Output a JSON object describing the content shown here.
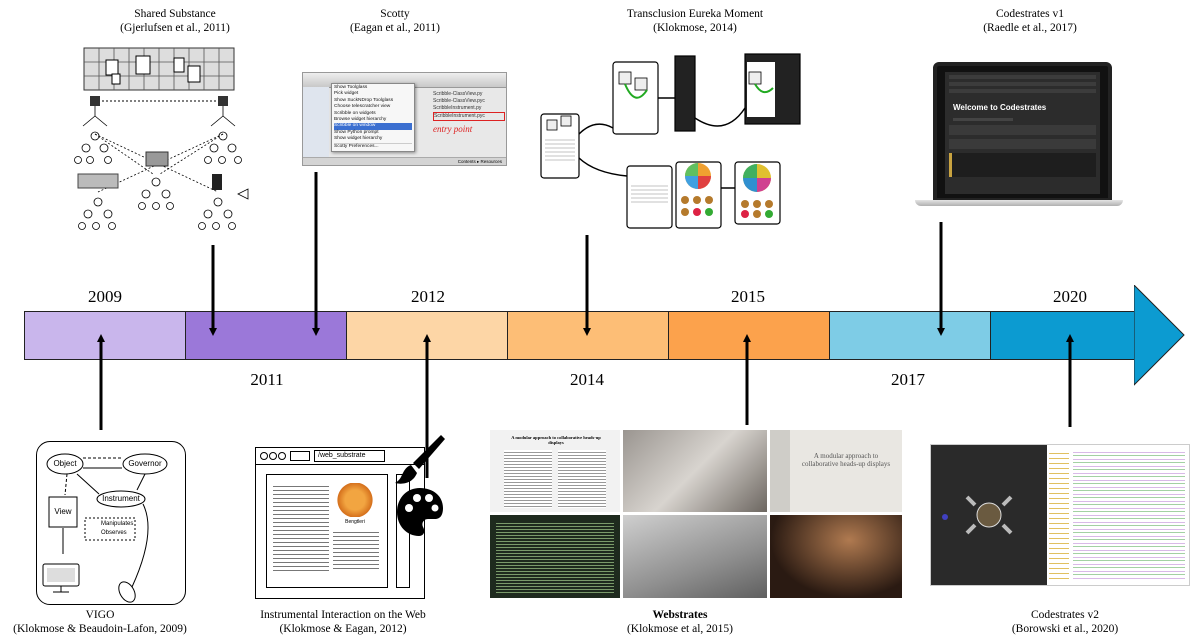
{
  "top_items": [
    {
      "title": "Shared Substance",
      "citation": "(Gjerlufsen et al., 2011)"
    },
    {
      "title": "Scotty",
      "citation": "(Eagan et al., 2011)"
    },
    {
      "title": "Transclusion Eureka Moment",
      "citation": "(Klokmose, 2014)"
    },
    {
      "title": "Codestrates v1",
      "citation": "(Raedle et al., 2017)"
    }
  ],
  "bottom_items": [
    {
      "title": "VIGO",
      "citation": "(Klokmose & Beaudoin-Lafon, 2009)"
    },
    {
      "title": "Instrumental Interaction on the Web",
      "citation": "(Klokmose & Eagan, 2012)"
    },
    {
      "title": "Webstrates",
      "citation": "(Klokmose et al, 2015)"
    },
    {
      "title": "Codestrates v2",
      "citation": "(Borowski et al., 2020)"
    }
  ],
  "years_top": [
    "2009",
    "2012",
    "2015",
    "2020"
  ],
  "years_bottom": [
    "2011",
    "2014",
    "2017"
  ],
  "timeline_colors": [
    "#c9b6ec",
    "#9b78d9",
    "#fdd6a6",
    "#fdbe76",
    "#fca24c",
    "#7ecce6",
    "#0c9bd1"
  ],
  "scotty_menu": [
    "Show Toolglass",
    "Pick widget",
    "Show SuckNDrop Toolglass",
    "Choose telescratcher view",
    "Scribble on widgets",
    "Browse widget hierarchy",
    "Scribble on window",
    "Show Python prompt",
    "Show widget hierarchy",
    "Scotty Preferences..."
  ],
  "scotty_files": [
    "Scribble-ClassView.py",
    "Scribble-ClassView.pyc",
    "ScribbleInstrument.py",
    "ScribbleInstrument.pyc"
  ],
  "scotty_annotation": "entry point",
  "scotty_bar": [
    "Contents",
    "Resources"
  ],
  "vigo": {
    "object": "Object",
    "governor": "Governor",
    "instrument": "Instrument",
    "view": "View",
    "manipulates": "Manipulates",
    "observes": "Observes"
  },
  "web_substrate": {
    "url": "/web_substrate",
    "caption": "Bengtleri"
  },
  "codestrates_v1": {
    "welcome": "Welcome to Codestrates"
  },
  "webstrates_doc": {
    "title": "A modular approach to collaborative heads-up displays"
  }
}
